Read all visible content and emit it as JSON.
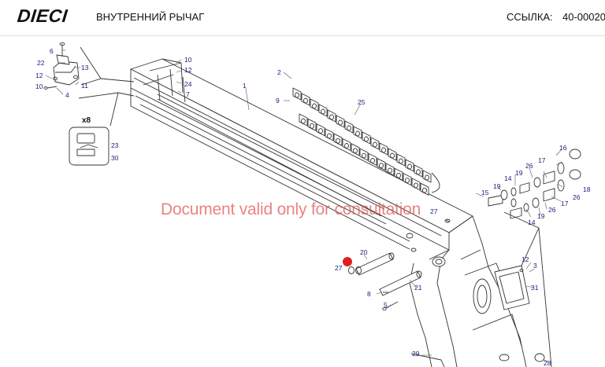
{
  "header": {
    "logo": "DIECI",
    "title": "ВНУТРЕННИЙ РЫЧАГ",
    "ref_label": "ССЫЛКА:",
    "ref_value": "40-00020"
  },
  "watermark": "Document valid only for consultation",
  "callouts": {
    "c1": "1",
    "c2": "2",
    "c3": "3",
    "c4": "4",
    "c5": "5",
    "c6": "6",
    "c8": "8",
    "c9": "9",
    "c10a": "10",
    "c10b": "10",
    "c11": "11",
    "c12a": "12",
    "c12b": "12",
    "c12c": "12",
    "c13": "13",
    "c14a": "14",
    "c14b": "14",
    "c15": "15",
    "c16": "16",
    "c17a": "17",
    "c17b": "17",
    "c18": "18",
    "c19a": "19",
    "c19b": "19",
    "c20": "20",
    "c21": "21",
    "c22": "22",
    "c23": "23",
    "c24": "24",
    "c25": "25",
    "c26a": "26",
    "c26b": "26",
    "c27a": "27",
    "c27b": "27",
    "c28": "28",
    "c29": "29",
    "c30": "30",
    "c31": "31",
    "c7": "7",
    "x8": "x8"
  },
  "colors": {
    "callout_text": "#1a1a80",
    "line": "#333333",
    "watermark": "#e05a5a",
    "marker": "#e02020"
  }
}
